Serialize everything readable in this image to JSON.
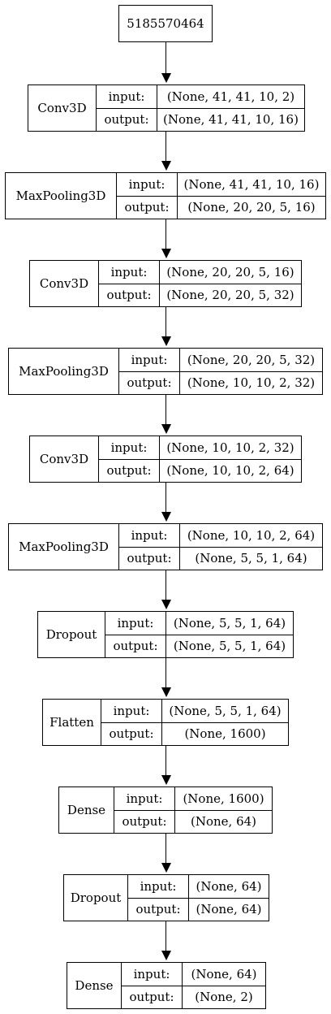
{
  "root": {
    "label": "5185570464"
  },
  "layers": [
    {
      "type": "Conv3D",
      "input_label": "input:",
      "output_label": "output:",
      "input_shape": "(None, 41, 41, 10, 2)",
      "output_shape": "(None, 41, 41, 10, 16)"
    },
    {
      "type": "MaxPooling3D",
      "input_label": "input:",
      "output_label": "output:",
      "input_shape": "(None, 41, 41, 10, 16)",
      "output_shape": "(None, 20, 20, 5, 16)"
    },
    {
      "type": "Conv3D",
      "input_label": "input:",
      "output_label": "output:",
      "input_shape": "(None, 20, 20, 5, 16)",
      "output_shape": "(None, 20, 20, 5, 32)"
    },
    {
      "type": "MaxPooling3D",
      "input_label": "input:",
      "output_label": "output:",
      "input_shape": "(None, 20, 20, 5, 32)",
      "output_shape": "(None, 10, 10, 2, 32)"
    },
    {
      "type": "Conv3D",
      "input_label": "input:",
      "output_label": "output:",
      "input_shape": "(None, 10, 10, 2, 32)",
      "output_shape": "(None, 10, 10, 2, 64)"
    },
    {
      "type": "MaxPooling3D",
      "input_label": "input:",
      "output_label": "output:",
      "input_shape": "(None, 10, 10, 2, 64)",
      "output_shape": "(None, 5, 5, 1, 64)"
    },
    {
      "type": "Dropout",
      "input_label": "input:",
      "output_label": "output:",
      "input_shape": "(None, 5, 5, 1, 64)",
      "output_shape": "(None, 5, 5, 1, 64)"
    },
    {
      "type": "Flatten",
      "input_label": "input:",
      "output_label": "output:",
      "input_shape": "(None, 5, 5, 1, 64)",
      "output_shape": "(None, 1600)"
    },
    {
      "type": "Dense",
      "input_label": "input:",
      "output_label": "output:",
      "input_shape": "(None, 1600)",
      "output_shape": "(None, 64)"
    },
    {
      "type": "Dropout",
      "input_label": "input:",
      "output_label": "output:",
      "input_shape": "(None, 64)",
      "output_shape": "(None, 64)"
    },
    {
      "type": "Dense",
      "input_label": "input:",
      "output_label": "output:",
      "input_shape": "(None, 64)",
      "output_shape": "(None, 2)"
    }
  ]
}
